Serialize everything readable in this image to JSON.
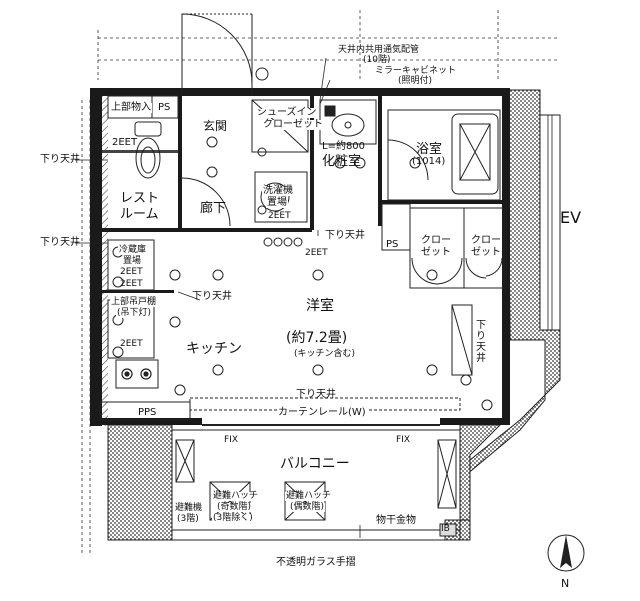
{
  "labels": {
    "ceiling_duct": "天井内共用通気配管",
    "ceiling_duct_sub": "(10階)",
    "mirror_cabinet": "ミラーキャビネット",
    "mirror_cabinet_sub": "(照明付)",
    "upper_storage": "上部物入",
    "ps": "PS",
    "entrance": "玄関",
    "shoes_closet_1": "シューズイン",
    "shoes_closet_2": "クローゼット",
    "lavatory_width": "L=約800",
    "vanity_room": "化粧室",
    "bathroom": "浴室",
    "bathroom_size": "(1014)",
    "lowered_ceiling": "下り天井",
    "restroom_1": "レスト",
    "restroom_2": "ルーム",
    "washer_1": "洗濯機",
    "washer_2": "置場",
    "hallway": "廊下",
    "code_2eet": "2EET",
    "ev": "EV",
    "fridge_1": "冷蔵庫",
    "fridge_2": "置場",
    "upper_cabinet_1": "上部吊戸棚",
    "upper_cabinet_2": "(吊下灯)",
    "closet_a_1": "クロー",
    "closet_a_2": "ゼット",
    "closet_b_1": "クロー",
    "closet_b_2": "ゼット",
    "western_room": "洋室",
    "room_size": "(約7.2畳)",
    "room_size_sub": "(キッチン含む)",
    "kitchen": "キッチン",
    "pps": "PPS",
    "curtain_rail": "カーテンレール(W)",
    "fix": "FIX",
    "balcony": "バルコニー",
    "escape_ladder_1": "避難機",
    "escape_ladder_2": "(3階)",
    "hatch_1_line1": "避難ハッチ",
    "hatch_1_line2": "(奇数階)",
    "hatch_1_line3": "(3階除く)",
    "hatch_2_line1": "避難ハッチ",
    "hatch_2_line2": "(偶数階)",
    "drying_hardware": "物干金物",
    "railing": "不透明ガラス手摺",
    "north": "N",
    "ib": "IB"
  },
  "colors": {
    "wall": "#1a1a1a",
    "hatch": "#555555",
    "line": "#222222",
    "background": "#ffffff"
  },
  "icons": [
    "north-arrow-icon",
    "toilet-icon",
    "bathtub-icon",
    "stove-icon",
    "ceiling-light-icon",
    "door-swing-icon"
  ]
}
